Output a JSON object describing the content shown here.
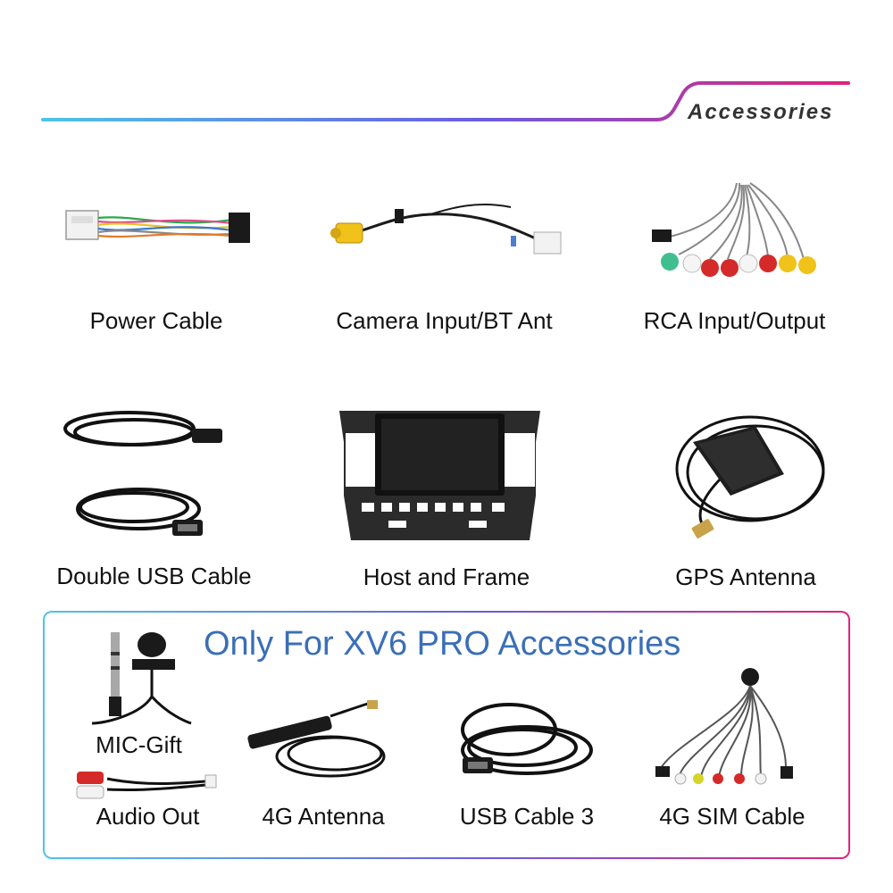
{
  "header": {
    "title": "Accessories"
  },
  "items": [
    {
      "label": "Power Cable",
      "icon": "power-cable-icon"
    },
    {
      "label": "Camera Input/BT Ant",
      "icon": "camera-cable-icon"
    },
    {
      "label": "RCA Input/Output",
      "icon": "rca-cable-icon"
    },
    {
      "label": "Double USB Cable",
      "icon": "usb-cable-icon"
    },
    {
      "label": "Host and Frame",
      "icon": "head-unit-icon"
    },
    {
      "label": "GPS Antenna",
      "icon": "gps-antenna-icon"
    }
  ],
  "pro_section": {
    "title": "Only For XV6 PRO Accessories",
    "items": [
      {
        "label": "MIC-Gift",
        "icon": "microphone-icon"
      },
      {
        "label": "Audio Out",
        "icon": "audio-out-cable-icon"
      },
      {
        "label": "4G Antenna",
        "icon": "antenna-4g-icon"
      },
      {
        "label": "USB Cable 3",
        "icon": "usb-cable-icon"
      },
      {
        "label": "4G SIM Cable",
        "icon": "sim-cable-icon"
      }
    ]
  },
  "colors": {
    "gradient_start": "#4fc3e8",
    "gradient_mid": "#6b5be0",
    "gradient_end": "#e0237a",
    "section_title": "#3a6fb7"
  }
}
